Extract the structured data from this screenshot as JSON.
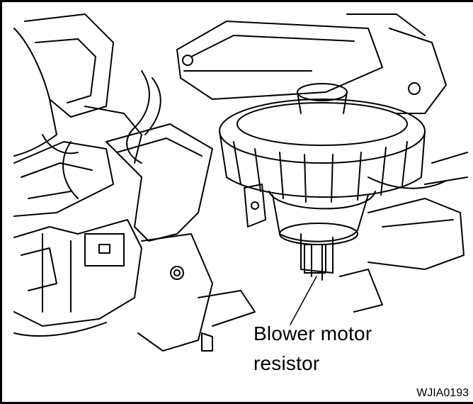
{
  "figure": {
    "callout": [
      "Blower motor",
      "resistor"
    ],
    "code": "WJIA0193"
  }
}
